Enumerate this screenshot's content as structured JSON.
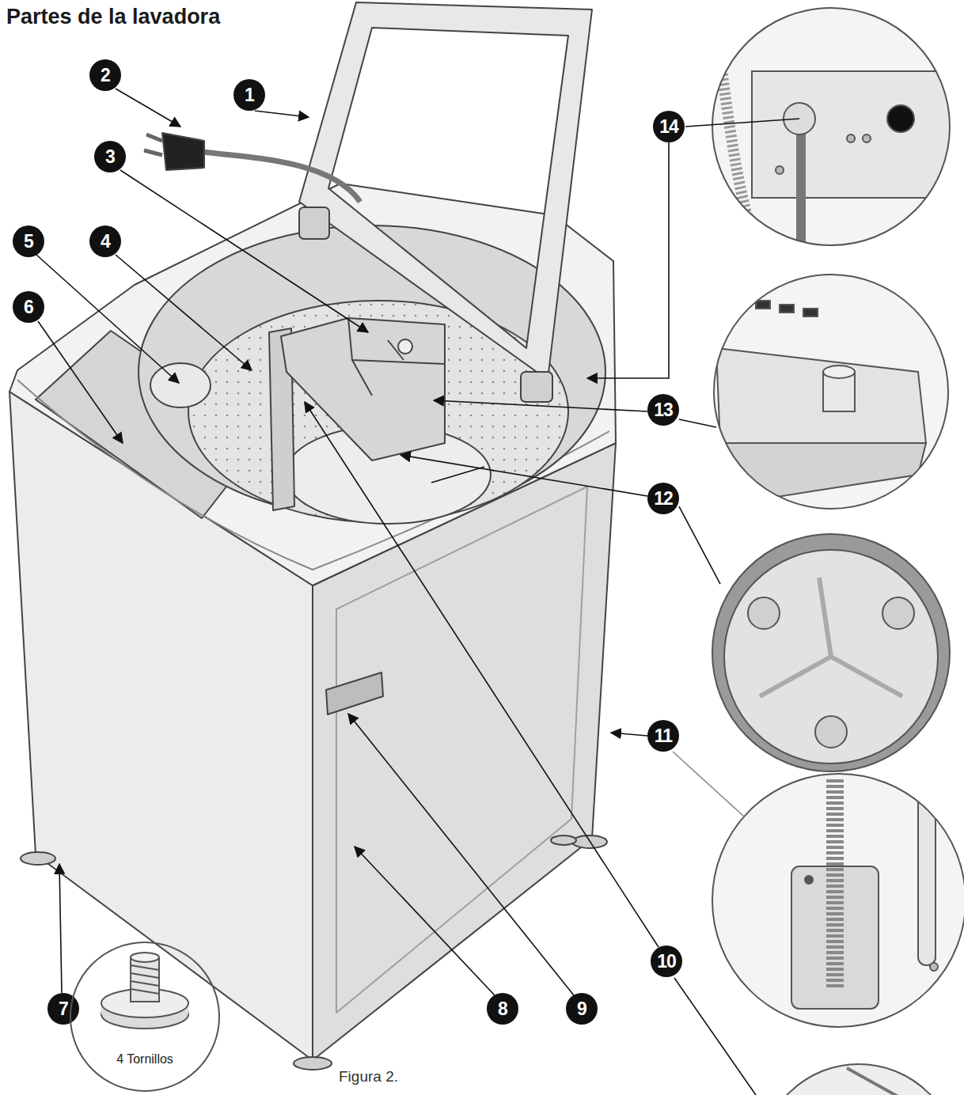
{
  "diagram": {
    "title": "Partes de la lavadora",
    "caption": "Figura 2.",
    "nodes": [
      {
        "text": [
          "4 Tornillos"
        ]
      }
    ],
    "labels": [
      "1",
      "2",
      "3",
      "4",
      "5",
      "6",
      "7",
      "8",
      "9",
      "10",
      "11",
      "12",
      "13",
      "14"
    ]
  }
}
